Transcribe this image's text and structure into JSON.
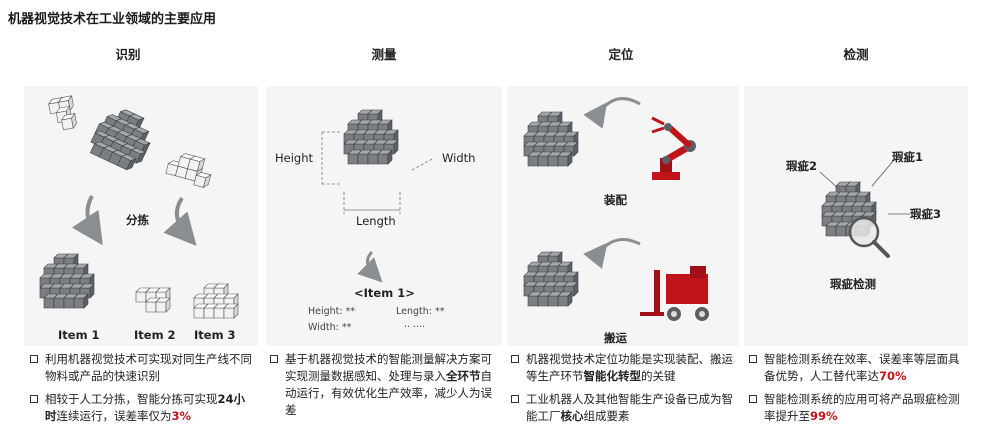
{
  "title": "机器视觉技术在工业领域的主要应用",
  "columns": [
    {
      "heading": "识别",
      "labels": {
        "sorting": "分拣",
        "item1": "Item 1",
        "item2": "Item 2",
        "item3": "Item 3"
      },
      "bullets": [
        {
          "parts": [
            {
              "text": "利用机器视觉技术可实现对同生产线不同物料或产品的快速识别",
              "style": "normal"
            }
          ]
        },
        {
          "parts": [
            {
              "text": "相较于人工分拣，智能分拣可实现",
              "style": "normal"
            },
            {
              "text": "24小时",
              "style": "bold"
            },
            {
              "text": "连续运行，误差率仅为",
              "style": "normal"
            },
            {
              "text": "3%",
              "style": "red"
            }
          ]
        }
      ]
    },
    {
      "heading": "测量",
      "labels": {
        "height": "Height",
        "width": "Width",
        "length": "Length",
        "item": "<Item 1>",
        "height_field": "Height: **",
        "length_field": "Length: **",
        "width_field": "Width: **",
        "dots": "·· ····"
      },
      "bullets": [
        {
          "parts": [
            {
              "text": "基于机器视觉技术的智能测量解决方案可实现测量数据感知、处理与录入",
              "style": "normal"
            },
            {
              "text": "全环节",
              "style": "bold"
            },
            {
              "text": "自动运行，有效优化生产效率，减少人为误差",
              "style": "normal"
            }
          ]
        }
      ]
    },
    {
      "heading": "定位",
      "labels": {
        "assembly": "装配",
        "transport": "搬运"
      },
      "bullets": [
        {
          "parts": [
            {
              "text": "机器视觉技术定位功能是实现装配、搬运等生产环节",
              "style": "normal"
            },
            {
              "text": "智能化转型",
              "style": "bold"
            },
            {
              "text": "的关键",
              "style": "normal"
            }
          ]
        },
        {
          "parts": [
            {
              "text": "工业机器人及其他智能生产设备已成为智能工厂",
              "style": "normal"
            },
            {
              "text": "核心",
              "style": "bold"
            },
            {
              "text": "组成要素",
              "style": "normal"
            }
          ]
        }
      ]
    },
    {
      "heading": "检测",
      "labels": {
        "defect1": "瑕疵1",
        "defect2": "瑕疵2",
        "defect3": "瑕疵3",
        "inspection": "瑕疵检测"
      },
      "bullets": [
        {
          "parts": [
            {
              "text": "智能检测系统在效率、误差率等层面具备优势，人工替代率达",
              "style": "normal"
            },
            {
              "text": "70%",
              "style": "red"
            }
          ]
        },
        {
          "parts": [
            {
              "text": "智能检测系统的应用可将产品瑕疵检测率提升至",
              "style": "normal"
            },
            {
              "text": "99%",
              "style": "red"
            }
          ]
        }
      ]
    }
  ],
  "colors": {
    "accent": "#c0141b",
    "cube_front": "#7b7f83",
    "cube_top": "#a4a8ac",
    "cube_side": "#5e6266",
    "panel": "#f5f5f5"
  }
}
